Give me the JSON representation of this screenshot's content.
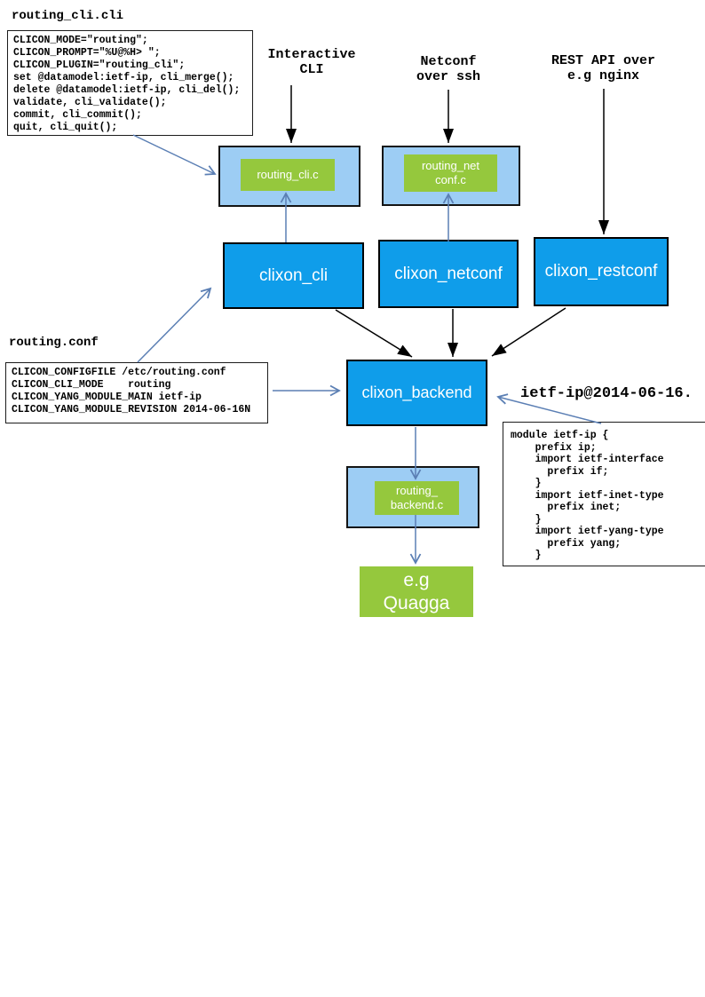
{
  "colors": {
    "node_blue": "#0f9dea",
    "node_light_blue": "#9dcdf4",
    "node_green": "#95c83d",
    "arrow_blue": "#5b7fb4",
    "arrow_black": "#000000"
  },
  "files": {
    "routing_cli": {
      "title": "routing_cli.cli",
      "code": "CLICON_MODE=\"routing\";\nCLICON_PROMPT=\"%U@%H> \";\nCLICON_PLUGIN=\"routing_cli\";\nset @datamodel:ietf-ip, cli_merge();\ndelete @datamodel:ietf-ip, cli_del();\nvalidate, cli_validate();\ncommit, cli_commit();\nquit, cli_quit();"
    },
    "routing_conf": {
      "title": "routing.conf",
      "code": "CLICON_CONFIGFILE /etc/routing.conf\nCLICON_CLI_MODE    routing\nCLICON_YANG_MODULE_MAIN ietf-ip\nCLICON_YANG_MODULE_REVISION 2014-06-16N"
    },
    "yang_module": {
      "label": "ietf-ip@2014-06-16.",
      "code": "module ietf-ip {\n    prefix ip;\n    import ietf-interface\n      prefix if;\n    }\n    import ietf-inet-type\n      prefix inet;\n    }\n    import ietf-yang-type\n      prefix yang;\n    }"
    }
  },
  "annotations": {
    "interactive_cli": "Interactive\nCLI",
    "netconf_ssh": "Netconf\nover ssh",
    "rest_api": "REST API over\ne.g nginx"
  },
  "nodes": {
    "plugin_cli": "routing_cli.c",
    "plugin_netconf": "routing_net\nconf.c",
    "plugin_backend": "routing_\nbackend.c",
    "clixon_cli": "clixon_cli",
    "clixon_netconf": "clixon_netconf",
    "clixon_restconf": "clixon_restconf",
    "clixon_backend": "clixon_backend",
    "quagga": "e.g\nQuagga"
  }
}
